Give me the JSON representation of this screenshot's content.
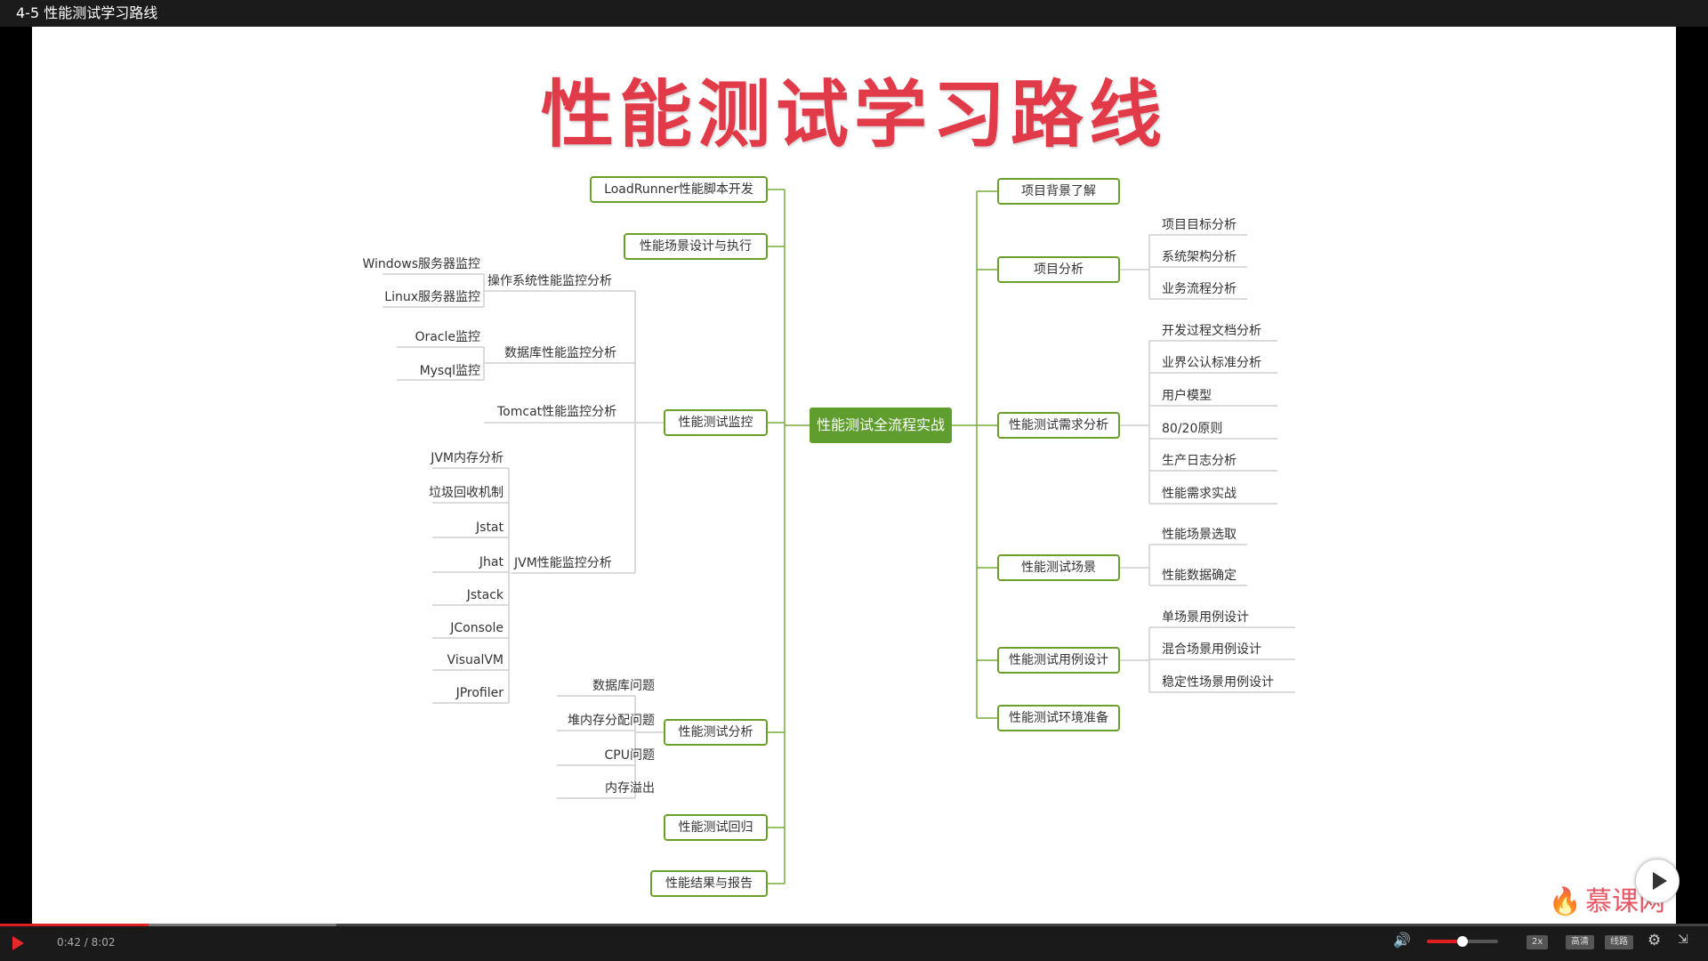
{
  "window": {
    "title": "4-5 性能测试学习路线"
  },
  "slide": {
    "title": "性能测试学习路线",
    "center": "性能测试全流程实战",
    "left": {
      "loadrunner": "LoadRunner性能脚本开发",
      "scene_design": "性能场景设计与执行",
      "monitor": "性能测试监控",
      "os_monitor": "操作系统性能监控分析",
      "windows": "Windows服务器监控",
      "linux": "Linux服务器监控",
      "db_monitor": "数据库性能监控分析",
      "oracle": "Oracle监控",
      "mysql": "Mysql监控",
      "tomcat": "Tomcat性能监控分析",
      "jvm_monitor": "JVM性能监控分析",
      "jvm_items": [
        "JVM内存分析",
        "垃圾回收机制",
        "Jstat",
        "Jhat",
        "Jstack",
        "JConsole",
        "VisualVM",
        "JProfiler"
      ],
      "analysis": "性能测试分析",
      "analysis_items": [
        "数据库问题",
        "堆内存分配问题",
        "CPU问题",
        "内存溢出"
      ],
      "regression": "性能测试回归",
      "report": "性能结果与报告"
    },
    "right": {
      "background": "项目背景了解",
      "project_analysis": "项目分析",
      "project_items": [
        "项目目标分析",
        "系统架构分析",
        "业务流程分析"
      ],
      "requirement": "性能测试需求分析",
      "requirement_items": [
        "开发过程文档分析",
        "业界公认标准分析",
        "用户模型",
        "80/20原则",
        "生产日志分析",
        "性能需求实战"
      ],
      "scene": "性能测试场景",
      "scene_items": [
        "性能场景选取",
        "性能数据确定"
      ],
      "case_design": "性能测试用例设计",
      "case_items": [
        "单场景用例设计",
        "混合场景用例设计",
        "稳定性场景用例设计"
      ],
      "env": "性能测试环境准备"
    },
    "logo": "慕课网"
  },
  "player": {
    "time": "0:42 / 8:02",
    "progress": 0.087,
    "buffered": 0.197,
    "volume": 0.5,
    "speed_label": "2x",
    "quality_label": "高清",
    "line_label": "线路"
  }
}
